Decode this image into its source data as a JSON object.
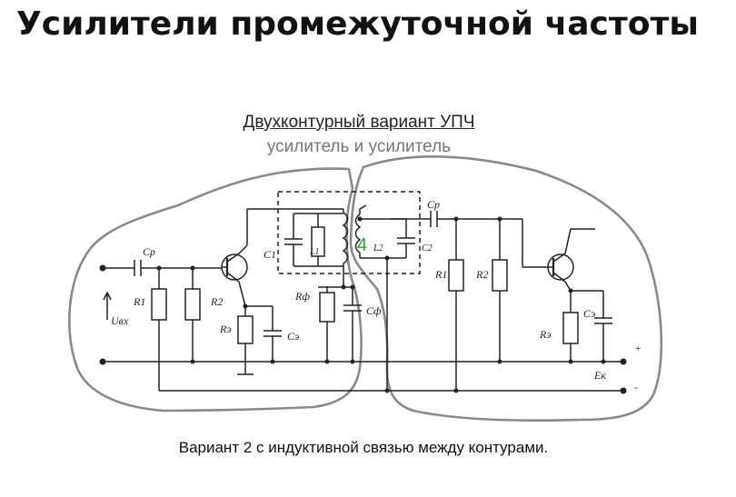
{
  "header": {
    "title": "Усилители промежуточной частоты",
    "subtitle": "Двухконтурный вариант УПЧ",
    "handwritten_note": "усилитель и усилитель"
  },
  "diagram": {
    "labels": {
      "cp1": "Cp",
      "r1a": "R1",
      "r2a": "R2",
      "uin": "Uвх",
      "re1": "Rэ",
      "ce1": "Cэ",
      "c1": "C1",
      "l1": "L1",
      "l2": "L2",
      "c2": "C2",
      "rf": "Rф",
      "cf": "Cф",
      "cp2": "Cp",
      "r1b": "R1",
      "r2b": "R2",
      "re2": "Rэ",
      "ce2": "Cэ",
      "ek": "Eк",
      "plus": "+",
      "minus": "-",
      "mark": "4"
    },
    "stroke_color": "#222222",
    "handdrawn_color": "#8a8a8a",
    "mark_color": "#2a9d2a"
  },
  "footer": {
    "caption": "Вариант 2 с индуктивной связью между контурами."
  }
}
